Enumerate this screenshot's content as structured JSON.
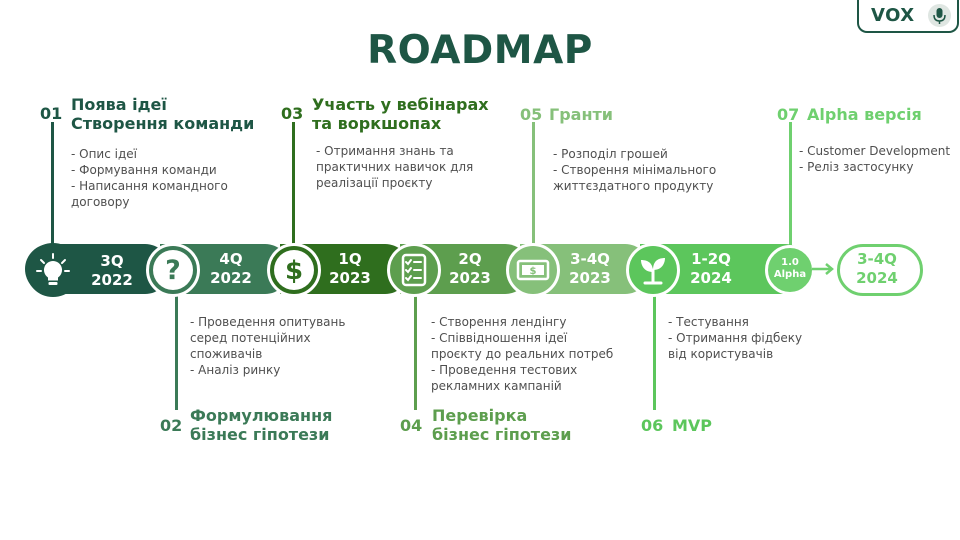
{
  "title": "ROADMAP",
  "logo": {
    "text": "VOX",
    "icon": "microphone-icon"
  },
  "colors": {
    "dark": "#1e5645",
    "c1": "#1e5645",
    "c2": "#3b7a57",
    "c3": "#2f6e1e",
    "c4": "#5d9e4e",
    "c5": "#86c07a",
    "c6": "#5cc65c",
    "c7": "#6fd06f"
  },
  "timeline": [
    {
      "quarter": "3Q",
      "year": "2022",
      "icon": "lightbulb-icon"
    },
    {
      "quarter": "4Q",
      "year": "2022",
      "icon": "question-mark-icon"
    },
    {
      "quarter": "1Q",
      "year": "2023",
      "icon": "dollar-icon"
    },
    {
      "quarter": "2Q",
      "year": "2023",
      "icon": "checklist-icon"
    },
    {
      "quarter": "3-4Q",
      "year": "2023",
      "icon": "banknote-icon"
    },
    {
      "quarter": "1-2Q",
      "year": "2024",
      "icon": "sprout-icon"
    },
    {
      "quarter": "3-4Q",
      "year": "2024",
      "icon": "alpha-badge",
      "badge_line1": "1.0",
      "badge_line2": "Alpha"
    }
  ],
  "milestones": [
    {
      "num": "01",
      "heading1": "Поява ідеї",
      "heading2": "Створення команди",
      "items": [
        "- Опис ідеї",
        "- Формування команди",
        "- Написання командного",
        "договору"
      ]
    },
    {
      "num": "02",
      "heading1": "Формулювання",
      "heading2": "бізнес гіпотези",
      "items": [
        "- Проведення опитувань",
        "серед потенційних",
        "споживачів",
        "- Аналіз ринку"
      ]
    },
    {
      "num": "03",
      "heading1": "Участь у вебінарах",
      "heading2": "та воркшопах",
      "items": [
        "- Отримання знань та",
        "практичних навичок для",
        "реалізації проєкту"
      ]
    },
    {
      "num": "04",
      "heading1": "Перевірка",
      "heading2": "бізнес гіпотези",
      "items": [
        "- Створення лендінгу",
        "- Співвідношення ідеї",
        "проєкту до реальних потреб",
        "- Проведення тестових",
        "рекламних кампаній"
      ]
    },
    {
      "num": "05",
      "heading1": "Гранти",
      "items": [
        "- Розподіл грошей",
        "- Створення мінімального",
        "життєздатного продукту"
      ]
    },
    {
      "num": "06",
      "heading1": "MVP",
      "items": [
        "- Тестування",
        "- Отримання фідбеку",
        "від користувачів"
      ]
    },
    {
      "num": "07",
      "heading1": "Alpha версія",
      "items": [
        "- Customer Development",
        "- Реліз застосунку"
      ]
    }
  ]
}
